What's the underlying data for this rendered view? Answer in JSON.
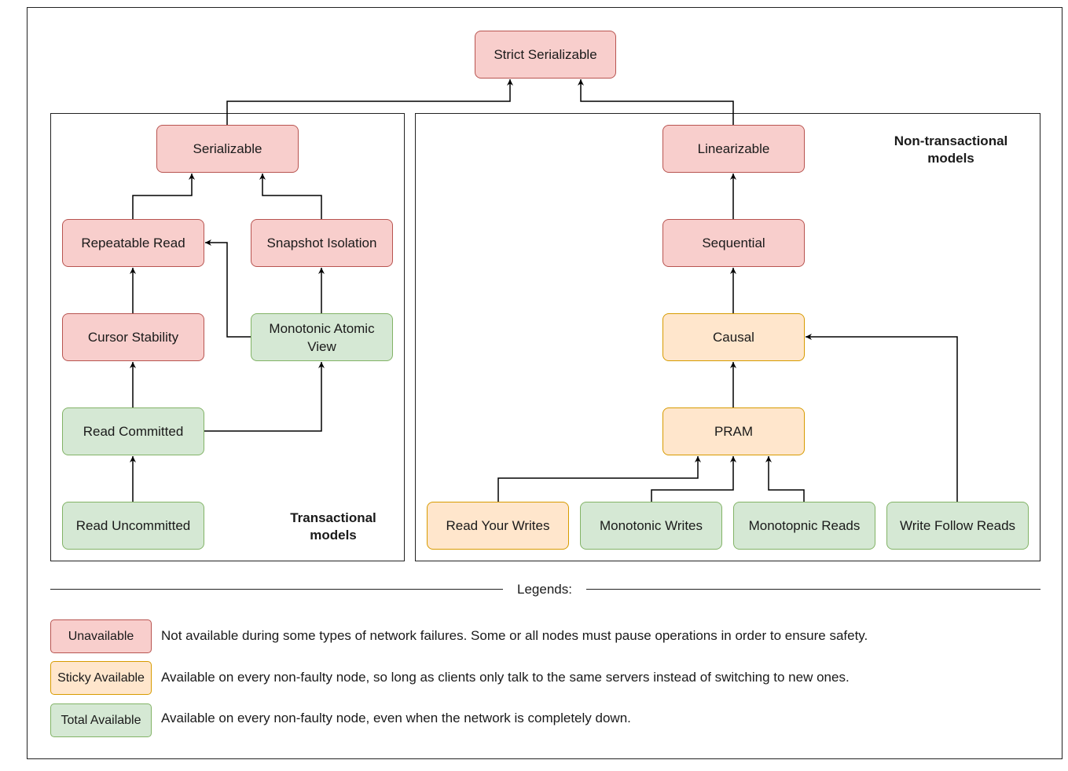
{
  "nodes": {
    "strict_serializable": "Strict Serializable",
    "serializable": "Serializable",
    "repeatable_read": "Repeatable Read",
    "snapshot_isolation": "Snapshot Isolation",
    "cursor_stability": "Cursor Stability",
    "monotonic_atomic_view": "Monotonic Atomic View",
    "read_committed": "Read Committed",
    "read_uncommitted": "Read Uncommitted",
    "linearizable": "Linearizable",
    "sequential": "Sequential",
    "causal": "Causal",
    "pram": "PRAM",
    "read_your_writes": "Read Your Writes",
    "monotonic_writes": "Monotonic Writes",
    "monotopnic_reads": "Monotopnic Reads",
    "write_follow_reads": "Write Follow Reads"
  },
  "groups": {
    "transactional": "Transactional models",
    "non_transactional": "Non-transactional models"
  },
  "legend": {
    "title": "Legends:",
    "items": [
      {
        "label": "Unavailable",
        "desc": "Not available during some types of network failures. Some or all nodes must pause operations in order to ensure safety.",
        "fill": "#f8cecc",
        "stroke": "#b85450"
      },
      {
        "label": "Sticky Available",
        "desc": "Available on every non-faulty node, so long as clients only talk to the same servers instead of switching to new ones.",
        "fill": "#ffe6cc",
        "stroke": "#d79b00"
      },
      {
        "label": "Total Available",
        "desc": "Available on every non-faulty node, even when the network is completely down.",
        "fill": "#d5e8d4",
        "stroke": "#82b366"
      }
    ]
  },
  "edges": [
    [
      "serializable",
      "strict_serializable"
    ],
    [
      "linearizable",
      "strict_serializable"
    ],
    [
      "repeatable_read",
      "serializable"
    ],
    [
      "snapshot_isolation",
      "serializable"
    ],
    [
      "cursor_stability",
      "repeatable_read"
    ],
    [
      "monotonic_atomic_view",
      "repeatable_read"
    ],
    [
      "monotonic_atomic_view",
      "snapshot_isolation"
    ],
    [
      "read_committed",
      "cursor_stability"
    ],
    [
      "read_committed",
      "monotonic_atomic_view"
    ],
    [
      "read_uncommitted",
      "read_committed"
    ],
    [
      "sequential",
      "linearizable"
    ],
    [
      "causal",
      "sequential"
    ],
    [
      "pram",
      "causal"
    ],
    [
      "read_your_writes",
      "pram"
    ],
    [
      "monotonic_writes",
      "pram"
    ],
    [
      "monotopnic_reads",
      "pram"
    ],
    [
      "write_follow_reads",
      "causal"
    ]
  ]
}
